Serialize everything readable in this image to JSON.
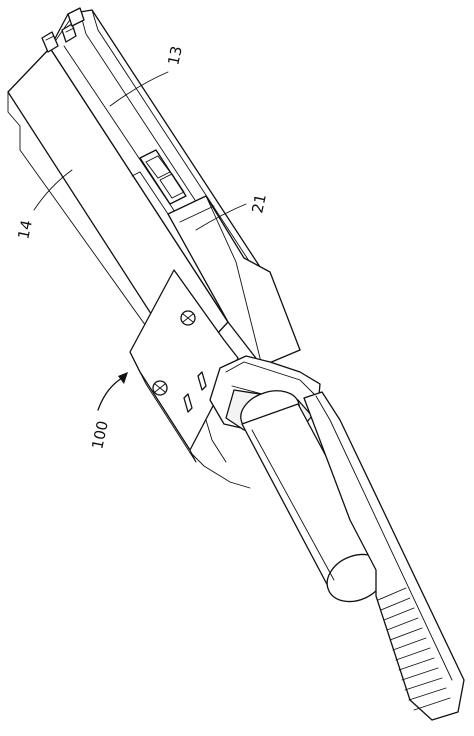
{
  "figure": {
    "labels": {
      "housing_top": "13",
      "housing_side": "14",
      "latch": "21",
      "assembly": "100"
    }
  }
}
